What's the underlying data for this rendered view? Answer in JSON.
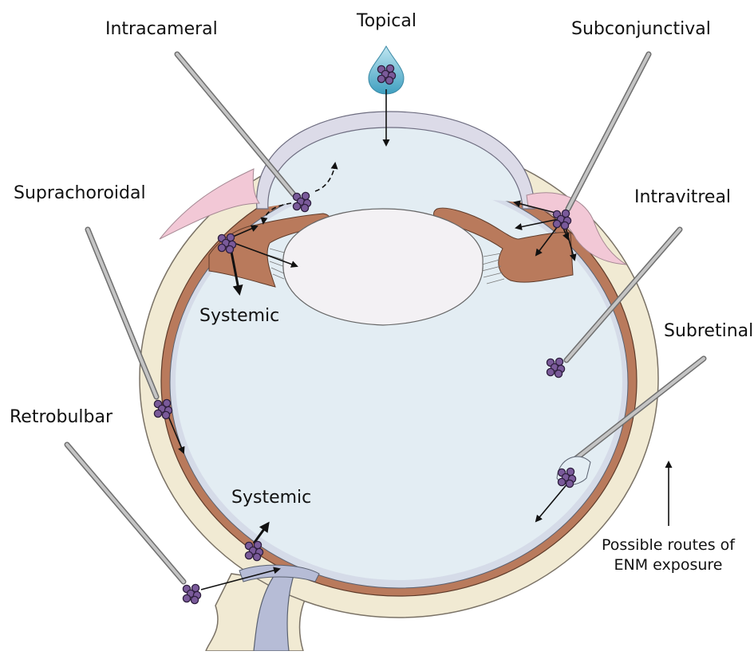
{
  "labels": {
    "topical": "Topical",
    "intracameral": "Intracameral",
    "subconjunctival": "Subconjunctival",
    "suprachoroidal": "Suprachoroidal",
    "intravitreal": "Intravitreal",
    "subretinal": "Subretinal",
    "retrobulbar": "Retrobulbar",
    "systemic_upper": "Systemic",
    "systemic_lower": "Systemic"
  },
  "note": {
    "line1": "Possible routes of",
    "line2": "ENM exposure"
  },
  "colors": {
    "sclera": "#f1ead3",
    "choroid": "#b97a5c",
    "vitreous": "#e3edf3",
    "cornea": "#dcdbe8",
    "lens": "#f3f1f4",
    "conjunctiva": "#f2c8d6",
    "optic_nerve": "#b6bcd6",
    "particle": "#7a5a9a",
    "needle": "#a8a8a8",
    "droplet": "#7fc6dc"
  }
}
